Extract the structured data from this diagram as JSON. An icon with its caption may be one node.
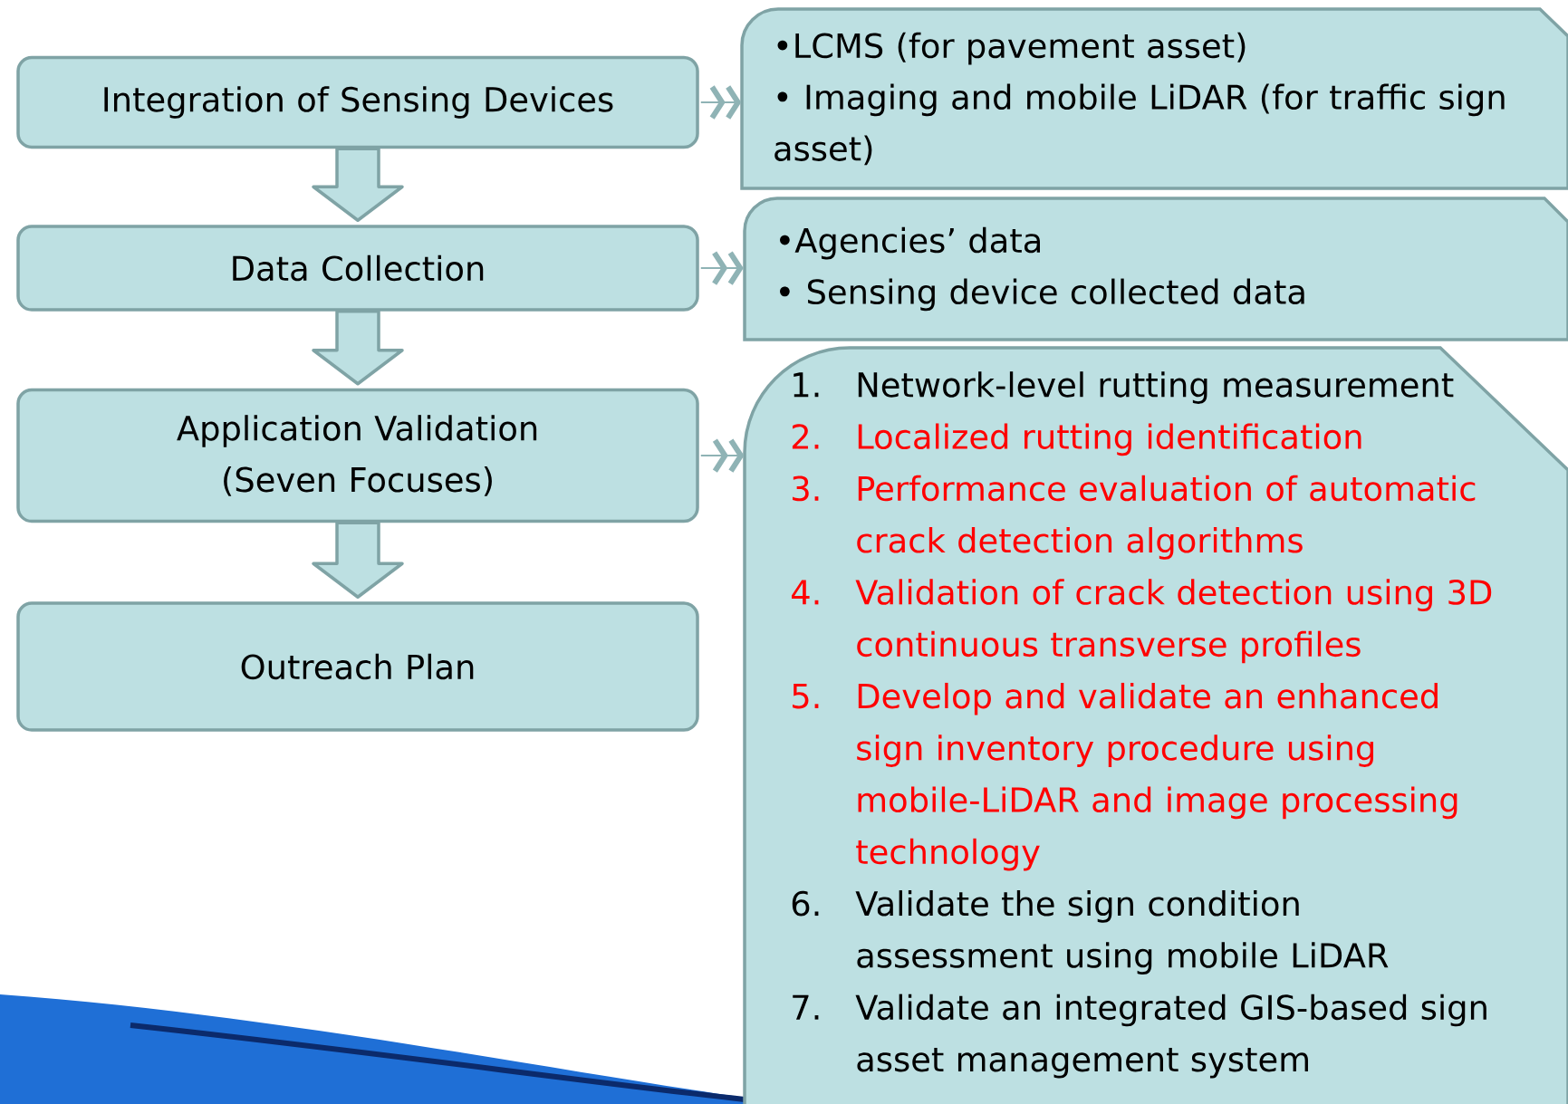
{
  "diagram": {
    "nodes": [
      {
        "text": [
          "Integration of Sensing Devices"
        ]
      },
      {
        "text": [
          "Data Collection"
        ]
      },
      {
        "text": [
          "Application Validation (Seven Focuses)"
        ]
      },
      {
        "text": [
          "Outreach Plan"
        ]
      },
      {
        "text": [
          "•LCMS (for pavement asset)",
          "• Imaging and mobile LiDAR (for traffic sign asset)"
        ]
      },
      {
        "text": [
          "•Agencies’ data",
          "• Sensing device collected data"
        ]
      },
      {
        "text": [
          "1.",
          "Network-level rutting measurement",
          "2.",
          "Localized rutting identification",
          "3.",
          "Performance evaluation of automatic crack detection algorithms",
          "4.",
          "Validation of crack detection using 3D continuous transverse profiles",
          "5.",
          "Develop and validate an enhanced sign inventory procedure using mobile-LiDAR and image processing technology",
          "6.",
          "Validate the sign condition assessment using mobile LiDAR",
          "7.",
          "Validate an integrated GIS-based sign asset management system"
        ]
      }
    ],
    "edges": [
      {
        "from": 0,
        "to": 1,
        "arrow": "to"
      },
      {
        "from": 1,
        "to": 2,
        "arrow": "to"
      },
      {
        "from": 2,
        "to": 3,
        "arrow": "to"
      },
      {
        "from": 0,
        "to": 4,
        "arrow": "to"
      },
      {
        "from": 1,
        "to": 5,
        "arrow": "to"
      },
      {
        "from": 2,
        "to": 6,
        "arrow": "to"
      }
    ]
  }
}
